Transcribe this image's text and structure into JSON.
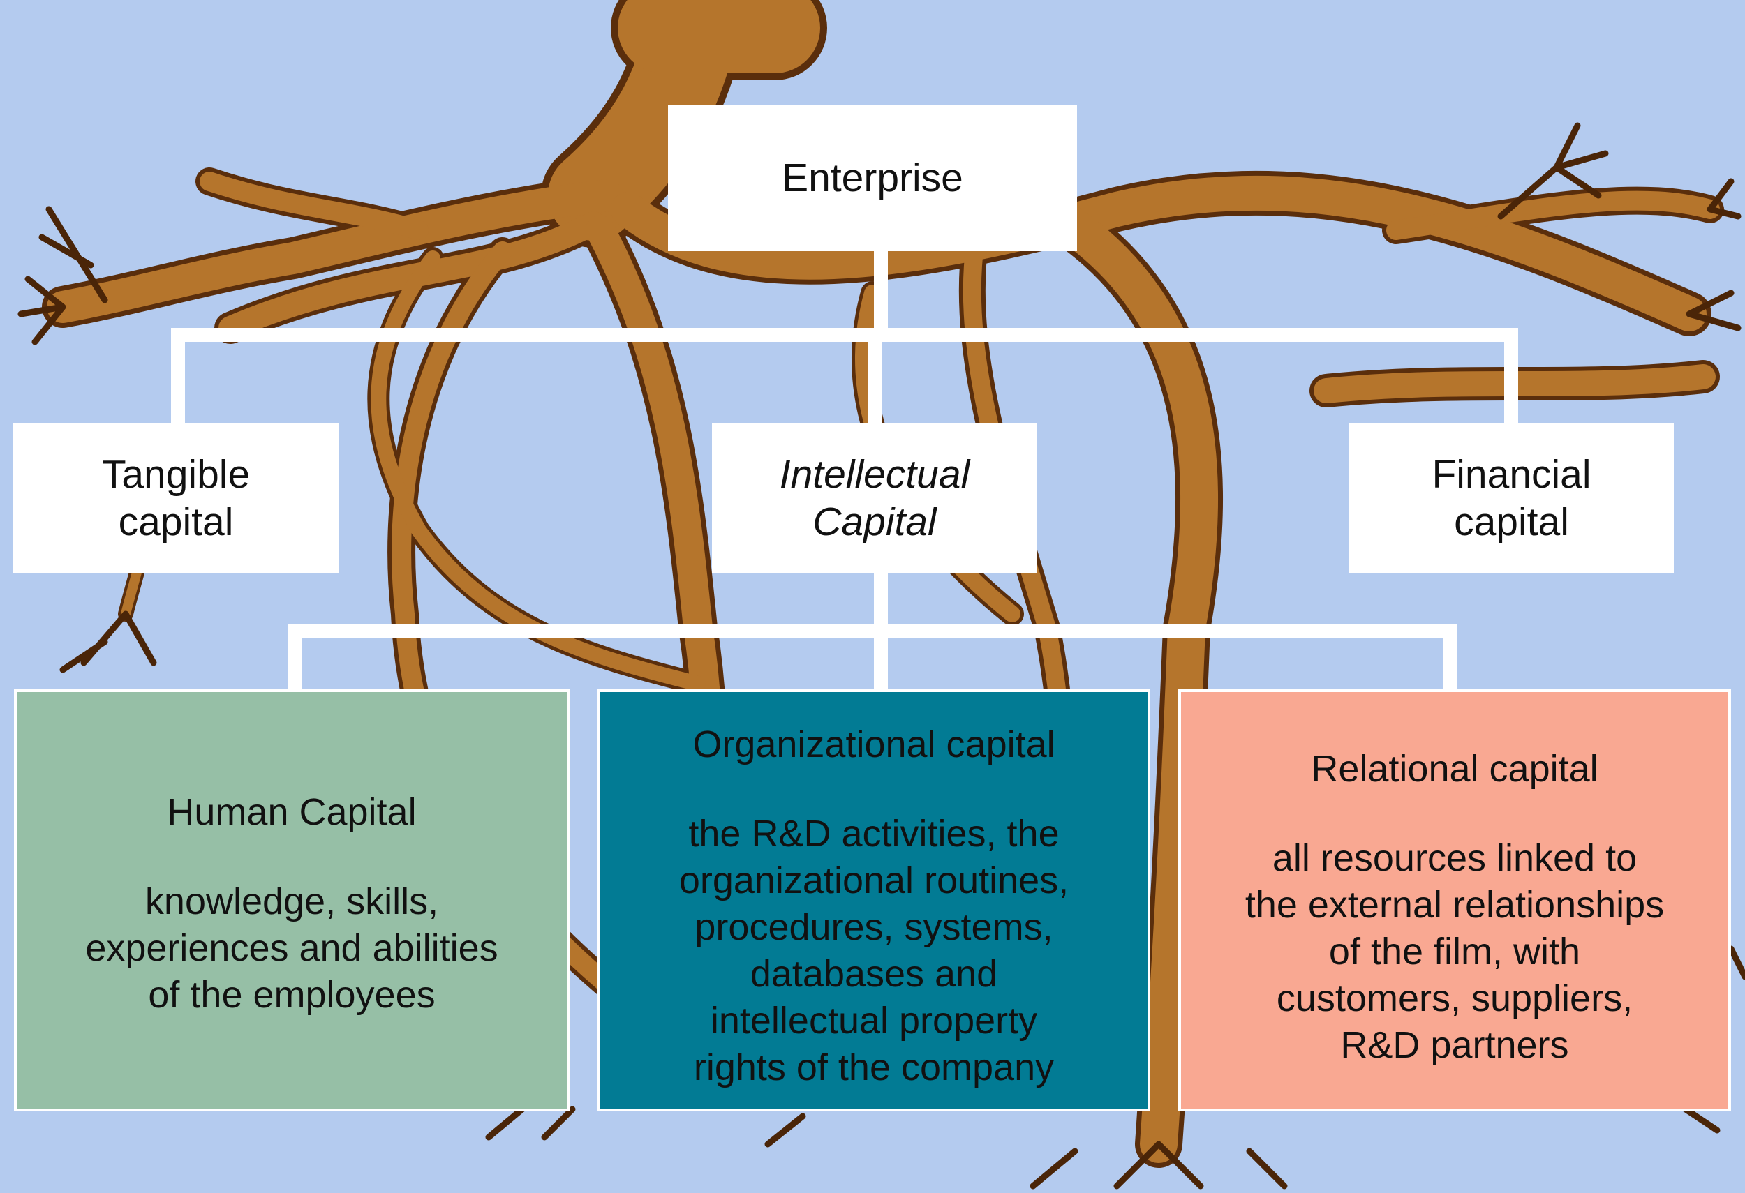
{
  "background_color": "#b4cbef",
  "root_color": "#b5752c",
  "connector_color": "#ffffff",
  "enterprise": {
    "label": "Enterprise"
  },
  "level1": {
    "tangible": {
      "label": "Tangible\ncapital"
    },
    "intellectual": {
      "label": "Intellectual\nCapital"
    },
    "financial": {
      "label": "Financial\ncapital"
    }
  },
  "level2": {
    "human": {
      "title": "Human Capital",
      "description": "knowledge, skills,\nexperiences and abilities\nof the employees",
      "color": "#96bfa6"
    },
    "organizational": {
      "title": "Organizational capital",
      "description": "the R&D activities, the\norganizational routines,\nprocedures, systems,\ndatabases and\nintellectual property\nrights of the company",
      "color": "#027b94"
    },
    "relational": {
      "title": "Relational capital",
      "description": "all resources linked to\nthe external relationships\nof the film, with\ncustomers, suppliers,\nR&D partners",
      "color": "#f9a892"
    }
  }
}
